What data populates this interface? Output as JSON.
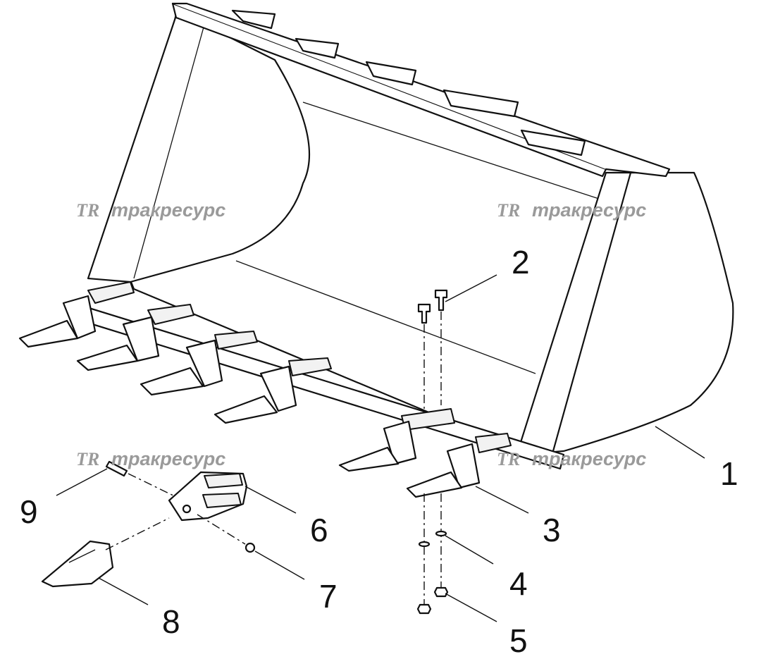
{
  "callouts": [
    {
      "id": "1",
      "label": "1"
    },
    {
      "id": "2",
      "label": "2"
    },
    {
      "id": "3",
      "label": "3"
    },
    {
      "id": "4",
      "label": "4"
    },
    {
      "id": "5",
      "label": "5"
    },
    {
      "id": "6",
      "label": "6"
    },
    {
      "id": "7",
      "label": "7"
    },
    {
      "id": "8",
      "label": "8"
    },
    {
      "id": "9",
      "label": "9"
    }
  ],
  "watermark": {
    "logo": "TR",
    "text": "тракресурс"
  },
  "colors": {
    "line": "#111111",
    "watermark": "#9a9a9a",
    "background": "#ffffff"
  }
}
